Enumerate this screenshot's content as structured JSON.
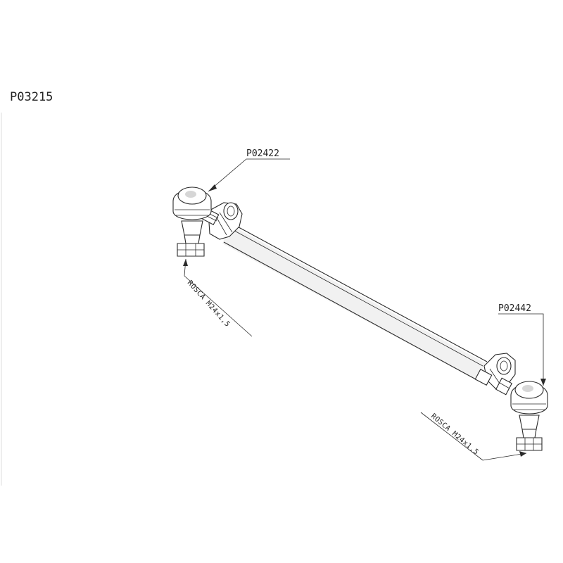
{
  "drawing": {
    "part_number": "P03215",
    "components": [
      {
        "id": "left-ball-joint",
        "label": "P02422",
        "thread_label": "ROSCA M24x1,5"
      },
      {
        "id": "right-ball-joint",
        "label": "P02442",
        "thread_label": "ROSCA M24x1,5"
      }
    ],
    "colors": {
      "line": "#2a2a2a",
      "background": "#ffffff",
      "shading": "#d6d6d6"
    }
  }
}
